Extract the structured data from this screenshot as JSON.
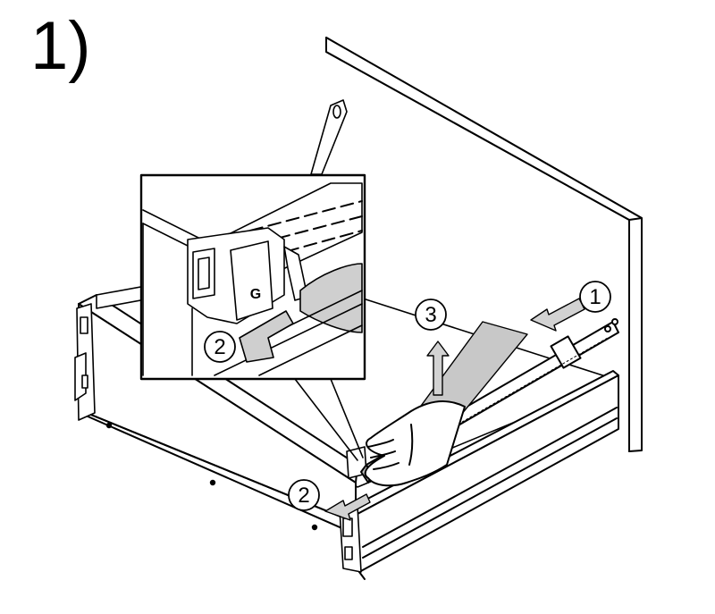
{
  "step": {
    "title": "1)"
  },
  "callouts": {
    "c1": "1",
    "c2_inset": "2",
    "c2_main": "2",
    "c3": "3"
  },
  "inset": {
    "logo_letter": "G"
  },
  "colors": {
    "line": "#000000",
    "panel_fill": "#ffffff",
    "shade": "#c8c8c8",
    "shade_dark": "#9a9a9a",
    "arrow_fill": "#d2d2d2"
  }
}
